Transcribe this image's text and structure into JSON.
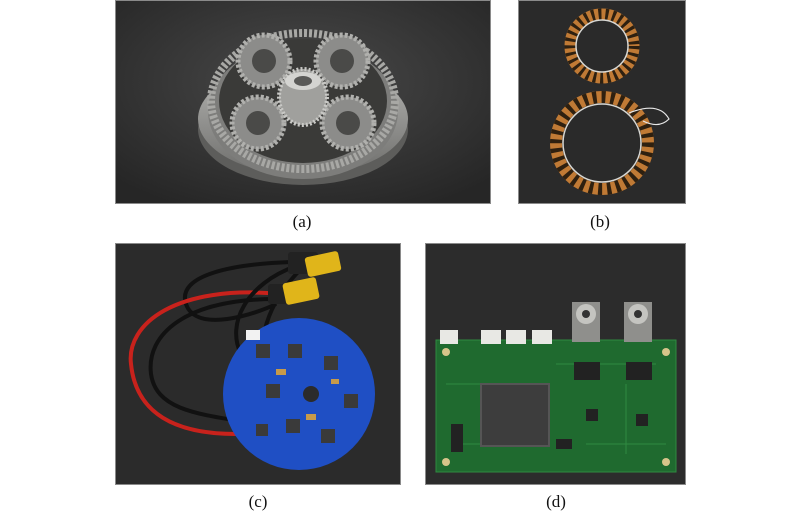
{
  "panels": {
    "a": {
      "label": "(a)",
      "subject": "planetary-gearbox"
    },
    "b": {
      "label": "(b)",
      "subject": "stator-coil-rings"
    },
    "c": {
      "label": "(c)",
      "subject": "motor-driver-board-with-cables"
    },
    "d": {
      "label": "(d)",
      "subject": "controller-pcb"
    }
  },
  "colors": {
    "background_dark": "#2b2b2b",
    "metal": "#9a9a98",
    "copper": "#b5702e",
    "pcb_blue": "#1f4fc4",
    "pcb_green": "#1f6a2f",
    "connector_yellow": "#e0b51a",
    "wire_red": "#c8221c"
  }
}
